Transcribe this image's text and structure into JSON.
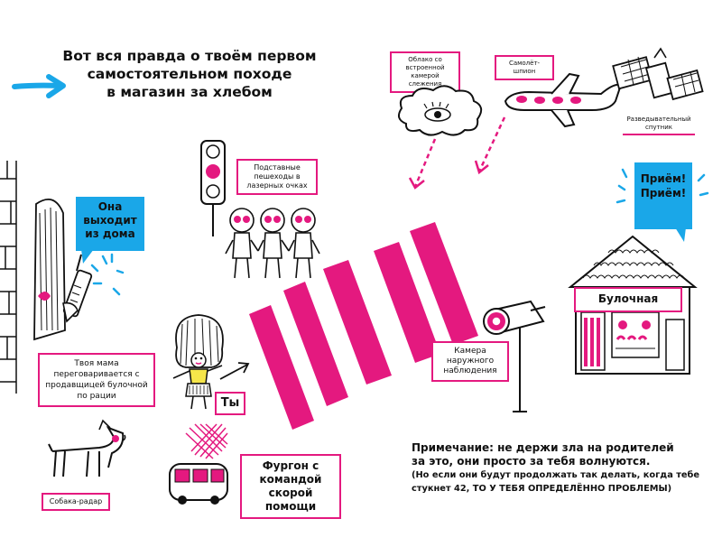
{
  "title": {
    "line1": "Вот вся правда о твоём первом",
    "line2": "самостоятельном походе",
    "line3": "в магазин за хлебом"
  },
  "labels": {
    "cloud_camera": "Облако со встроенной камерой слежения",
    "spy_plane": "Самолёт-шпион",
    "satellite": "Разведывательный спутник",
    "radio_bubble": "Приём! Приём!",
    "fake_pedestrians": "Подставные пешеходы в лазерных очках",
    "she_leaves": "Она выходит из дома",
    "mom_radio": "Твоя мама переговаривается с продавщицей булочной по рации",
    "bakery_sign": "Булочная",
    "outdoor_camera": "Камера наружного наблюдения",
    "you": "Ты",
    "ambulance_van": "Фургон с командой скорой помощи",
    "radar_dog": "Собака-радар"
  },
  "note": {
    "line1_bold": "Примечание: не держи зла на родителей",
    "line2_bold": "за это, они просто за тебя волнуются.",
    "line3": "(Но если они будут продолжать так делать, когда тебе",
    "line4": "стукнет 42, ТО У ТЕБЯ ОПРЕДЕЛЁННО ПРОБЛЕМЫ)"
  },
  "colors": {
    "accent_pink": "#e4197f",
    "accent_blue": "#1aa7e8",
    "ink": "#111111"
  }
}
